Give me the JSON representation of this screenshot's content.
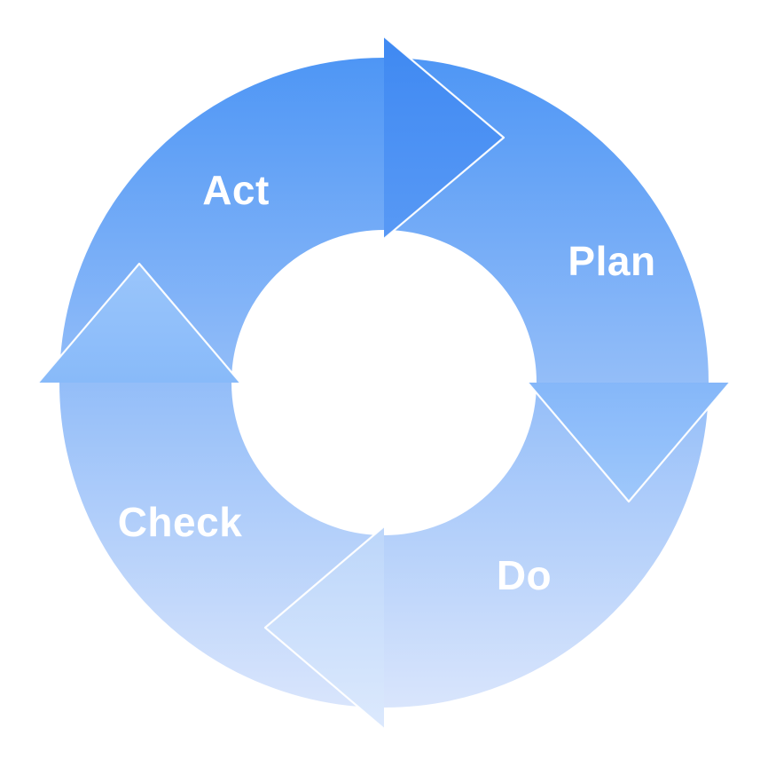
{
  "diagram": {
    "type": "cycle",
    "direction": "clockwise",
    "steps": [
      {
        "id": "plan",
        "label": "Plan",
        "position": "right"
      },
      {
        "id": "do",
        "label": "Do",
        "position": "bottom-right"
      },
      {
        "id": "check",
        "label": "Check",
        "position": "bottom-left"
      },
      {
        "id": "act",
        "label": "Act",
        "position": "top-left"
      }
    ]
  },
  "colors": {
    "background": "#ffffff",
    "label_text": "#ffffff",
    "arrow_outline": "#ffffff",
    "ring_gradient_top": "#4E96F5",
    "ring_gradient_bottom": "#D9E5FC",
    "arrow_top_start": "#3F89F2",
    "arrow_top_end": "#5899F5",
    "arrow_right_start": "#85B7F9",
    "arrow_right_end": "#9FC8FB",
    "arrow_bottom_start": "#BCD6FA",
    "arrow_bottom_end": "#DCE9FD",
    "arrow_left_start": "#9AC5FB",
    "arrow_left_end": "#88BAF9"
  }
}
